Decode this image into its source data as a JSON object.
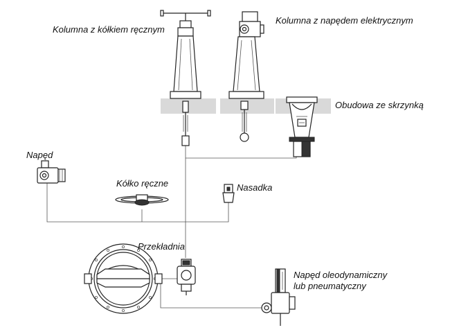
{
  "labels": {
    "column_handwheel": "Kolumna z kółkiem ręcznym",
    "column_electric": "Kolumna z napędem elektrycznym",
    "box_housing": "Obudowa ze skrzynką",
    "actuator": "Napęd",
    "handwheel": "Kółko ręczne",
    "cap": "Nasadka",
    "gearbox": "Przekładnia",
    "hydraulic_line1": "Napęd oleodynamiczny",
    "hydraulic_line2": "lub pneumatyczny"
  },
  "colors": {
    "ink": "#222222",
    "ground": "#d9d9d9",
    "background": "#ffffff"
  }
}
